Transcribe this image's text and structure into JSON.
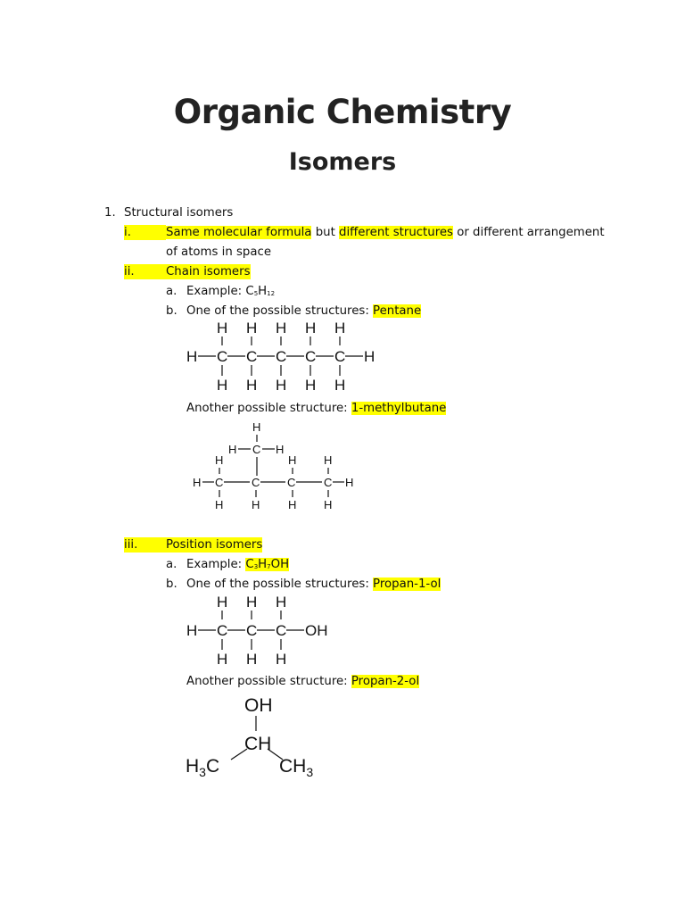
{
  "header": {
    "title": "Organic Chemistry",
    "subtitle": "Isomers"
  },
  "section1": {
    "number": "1.",
    "heading": "Structural isomers",
    "item_i": {
      "marker": "i.",
      "part1": "Same molecular formula",
      "part2": " but ",
      "part3": "different structures",
      "part4": " or different arrangement",
      "part5": "of atoms in space"
    },
    "item_ii": {
      "marker": "ii.",
      "heading": "Chain isomers",
      "a_marker": "a.",
      "a_text": "Example: C",
      "a_sub1": "5",
      "a_mid": "H",
      "a_sub2": "12",
      "b_marker": "b.",
      "b_text": "One of the possible structures: ",
      "b_highlight": "Pentane",
      "another_text": "Another possible structure: ",
      "another_highlight": "1-methylbutane"
    },
    "item_iii": {
      "marker": "iii.",
      "heading": "Position isomers",
      "a_marker": "a.",
      "a_text": "Example: ",
      "a_f1": "C",
      "a_sub1": "3",
      "a_f2": "H",
      "a_sub2": "7",
      "a_f3": "OH",
      "b_marker": "b.",
      "b_text": "One of the possible structures: ",
      "b_highlight": "Propan-1-ol",
      "another_text": "Another possible structure: ",
      "another_highlight": "Propan-2-ol"
    }
  },
  "structures": {
    "pentane": {
      "top": [
        "H",
        "H",
        "H",
        "H",
        "H"
      ],
      "mid": [
        "H",
        "C",
        "C",
        "C",
        "C",
        "C",
        "H"
      ],
      "bottom": [
        "H",
        "H",
        "H",
        "H",
        "H"
      ]
    },
    "methylbutane": {
      "atoms": [
        "H",
        "H",
        "C",
        "H",
        "H",
        "H",
        "H",
        "H",
        "C",
        "C",
        "C",
        "C",
        "H",
        "H",
        "H",
        "H",
        "H"
      ]
    },
    "propan1ol": {
      "top": [
        "H",
        "H",
        "H"
      ],
      "mid": [
        "H",
        "C",
        "C",
        "C",
        "OH"
      ],
      "bottom": [
        "H",
        "H",
        "H"
      ]
    },
    "propan2ol": {
      "oh": "OH",
      "ch": "CH",
      "left": "H",
      "left_sub": "3",
      "left_c": "C",
      "right": "CH",
      "right_sub": "3"
    }
  }
}
